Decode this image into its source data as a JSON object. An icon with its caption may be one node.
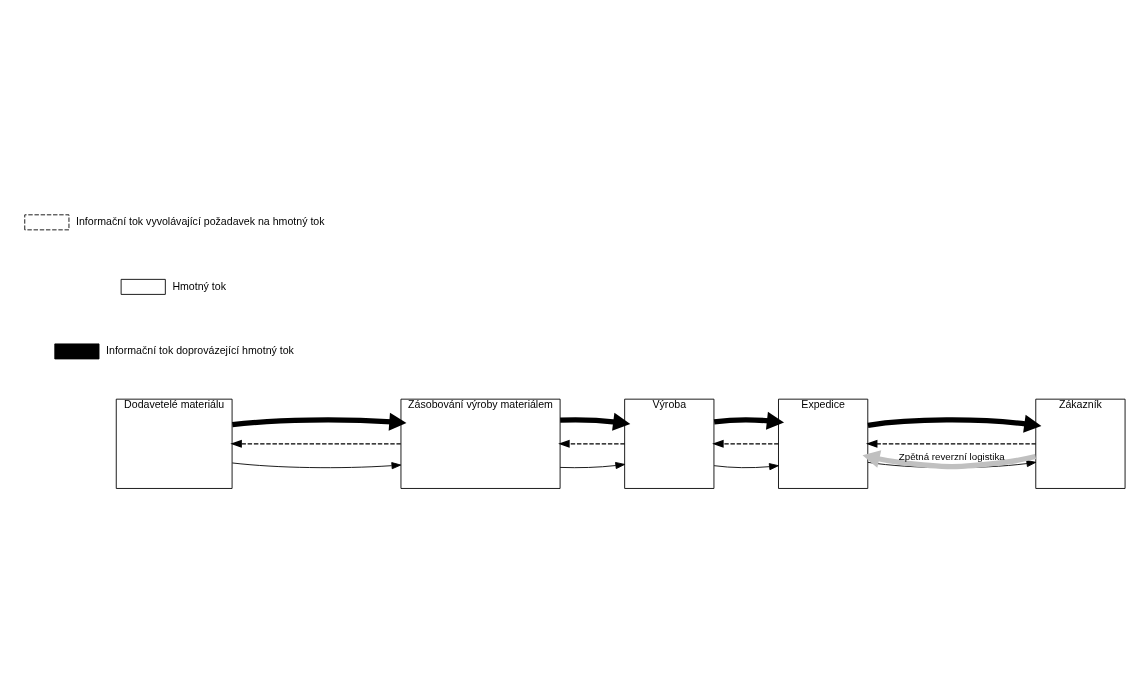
{
  "diagram": {
    "nodes": [
      {
        "text": [
          "Dodavetelé materiálu"
        ]
      },
      {
        "text": [
          "Zásobování výroby materiálem"
        ]
      },
      {
        "text": [
          "Výroba"
        ]
      },
      {
        "text": [
          "Expedice"
        ]
      },
      {
        "text": [
          "Zákazník"
        ]
      }
    ],
    "edges": [
      {
        "from": 1,
        "to": 0,
        "arrow": "to",
        "style": "dashed"
      },
      {
        "from": 0,
        "to": 1,
        "arrow": "to"
      },
      {
        "from": 0,
        "to": 1,
        "arrow": "to",
        "style": "thick"
      },
      {
        "from": 2,
        "to": 1,
        "arrow": "to",
        "style": "dashed"
      },
      {
        "from": 1,
        "to": 2,
        "arrow": "to"
      },
      {
        "from": 1,
        "to": 2,
        "arrow": "to",
        "style": "thick"
      },
      {
        "from": 3,
        "to": 2,
        "arrow": "to",
        "style": "dashed"
      },
      {
        "from": 2,
        "to": 3,
        "arrow": "to"
      },
      {
        "from": 2,
        "to": 3,
        "arrow": "to",
        "style": "thick"
      },
      {
        "from": 4,
        "to": 3,
        "arrow": "to",
        "style": "dashed"
      },
      {
        "from": 3,
        "to": 4,
        "arrow": "to"
      },
      {
        "from": 3,
        "to": 4,
        "arrow": "to",
        "style": "thick"
      },
      {
        "from": 4,
        "to": 3,
        "arrow": "to",
        "label": "Zpětná reverzní logistika",
        "color": "#c0c0c0",
        "style": "thick"
      }
    ],
    "legend": [
      {
        "text": "Informační tok vyvolávající požadavek na hmotný tok"
      },
      {
        "text": "Hmotný tok"
      },
      {
        "text": "Informační tok doprovázející hmotný tok"
      }
    ]
  }
}
